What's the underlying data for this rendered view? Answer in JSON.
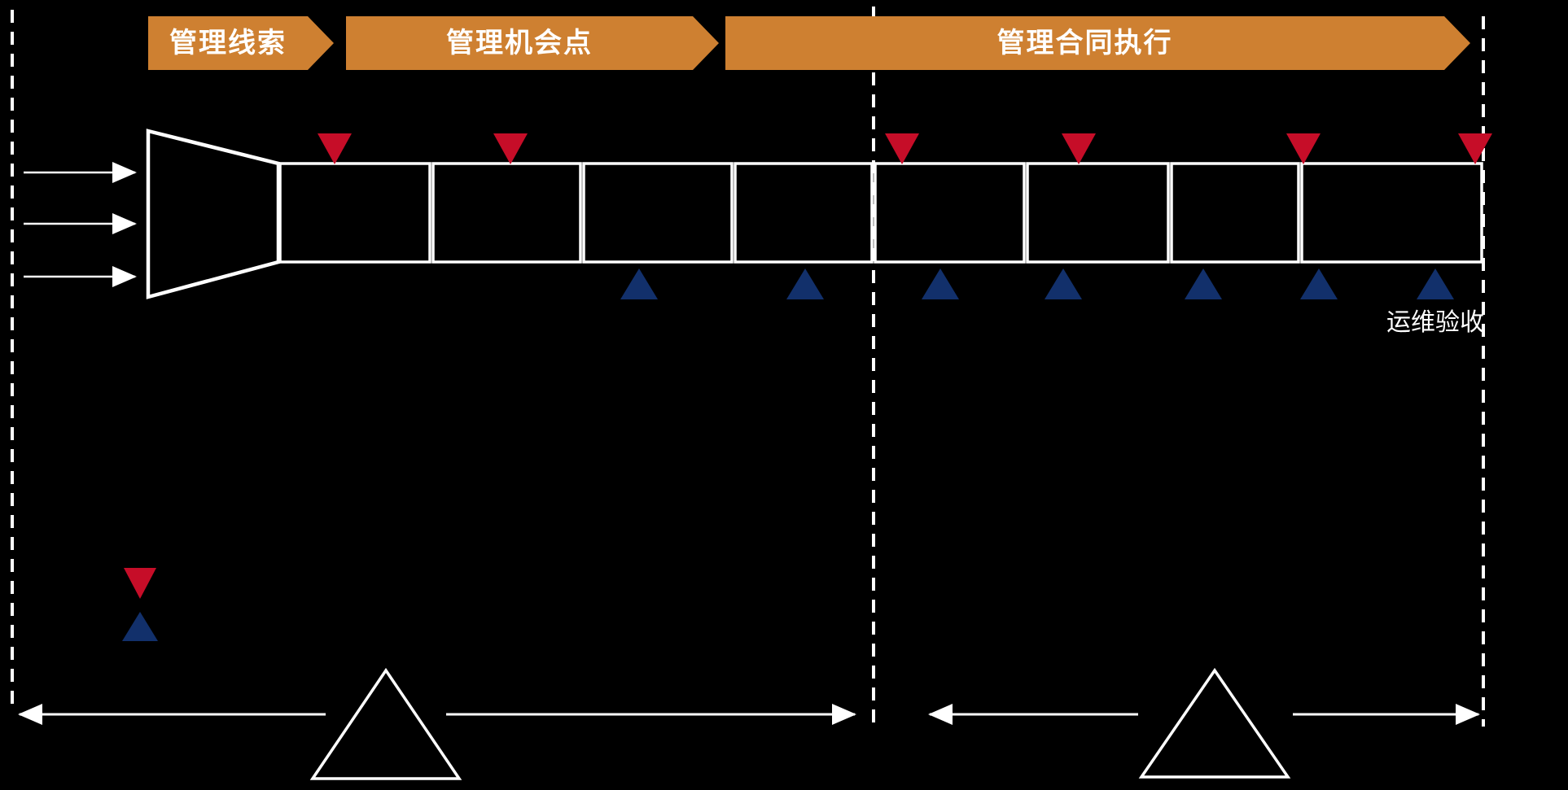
{
  "banners": [
    {
      "id": "manage-leads",
      "label": "管理线索"
    },
    {
      "id": "manage-opportunities",
      "label": "管理机会点"
    },
    {
      "id": "manage-contract-execution",
      "label": "管理合同执行"
    }
  ],
  "pipeline": {
    "stage_box_count": 8,
    "input_arrow_count": 3,
    "funnel_shape": "lead-funnel"
  },
  "milestones": {
    "red_down_marker_count": 6,
    "blue_up_marker_count": 7,
    "acceptance_label": "运维验收"
  },
  "legend": {
    "red_marker": "red-down-triangle",
    "blue_marker": "blue-up-triangle"
  },
  "dividers": {
    "dashed_line_count": 3
  },
  "fulcrums": {
    "triangle_count": 2,
    "span_arrow_count": 2
  },
  "colors": {
    "background": "#000000",
    "banner_orange": "#CE8031",
    "milestone_red": "#C60D28",
    "milestone_blue": "#12306B",
    "line_white": "#FFFFFF"
  }
}
